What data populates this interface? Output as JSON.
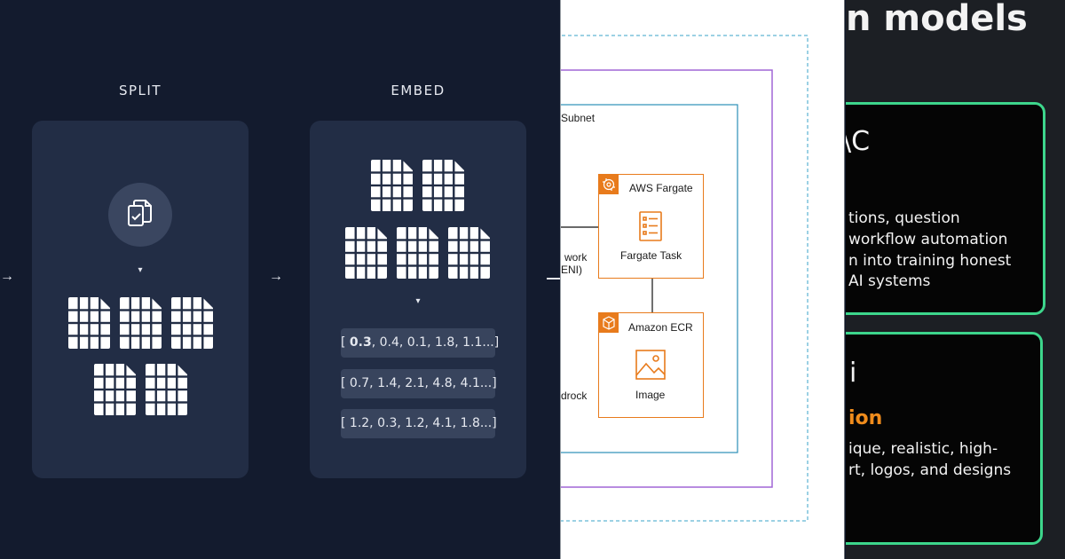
{
  "left": {
    "split_title": "SPLIT",
    "embed_title": "EMBED",
    "vectors": [
      {
        "lead": "0.3",
        "rest": ", 0.4, 0.1, 1.8, 1.1...]"
      },
      {
        "lead": "",
        "rest": "0.7, 1.4, 2.1, 4.8, 4.1...]"
      },
      {
        "lead": "",
        "rest": "1.2, 0.3, 1.2, 4.1, 1.8...]"
      }
    ],
    "bracket_open": "[ ",
    "arrow": "→",
    "down_marker": "▾",
    "colors": {
      "bg": "#131b2e",
      "card": "#222d45",
      "chip": "#38445d",
      "text": "#e6e9f0"
    }
  },
  "mid": {
    "subnet_label": "Subnet",
    "eni_label_1": "work",
    "eni_label_2": "ENI)",
    "bedrock_label": "drock",
    "fargate_title": "AWS Fargate",
    "fargate_task": "Fargate Task",
    "ecr_title": "Amazon ECR",
    "image_label": "Image",
    "colors": {
      "aws_orange": "#e87b1c",
      "subnet_teal": "#2c8fb8",
      "vpc_purple": "#a166d6",
      "region_dashed": "#3aa3c9"
    }
  },
  "right": {
    "heading": "n models",
    "card1": {
      "title": "\\C",
      "lines": [
        "tions, question",
        "workflow automation",
        "n into training honest",
        "AI systems"
      ]
    },
    "card2": {
      "title": "i",
      "subtitle": "ion",
      "lines": [
        "ique, realistic, high-",
        "rt, logos, and designs"
      ]
    },
    "colors": {
      "border": "#3dd68c",
      "accent": "#f08c1c"
    }
  }
}
